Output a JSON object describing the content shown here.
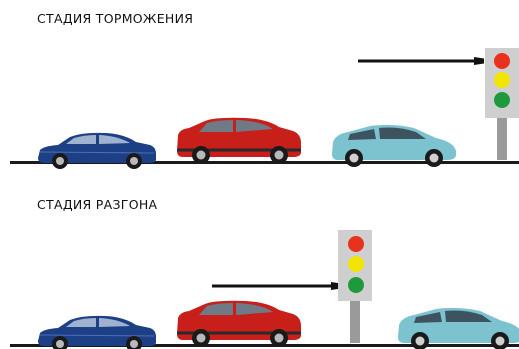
{
  "stages": [
    {
      "title": "СТАДИЯ ТОРМОЖЕНИЯ",
      "traffic_light_active": "red",
      "cars": [
        "blue-sedan",
        "red-suv",
        "teal-hatchback"
      ]
    },
    {
      "title": "СТАДИЯ РАЗГОНА",
      "traffic_light_active": "green",
      "cars": [
        "blue-sedan",
        "red-suv",
        "teal-hatchback"
      ]
    }
  ],
  "colors": {
    "road": "#1a1a1a",
    "arrow": "#111111",
    "light_housing": "#cfcfcf",
    "red": "#e8321e",
    "yellow": "#f2e600",
    "green": "#1e9a3c",
    "blue_car": "#1d3f86",
    "red_car": "#c81f1b",
    "teal_car": "#7cc3cf"
  }
}
